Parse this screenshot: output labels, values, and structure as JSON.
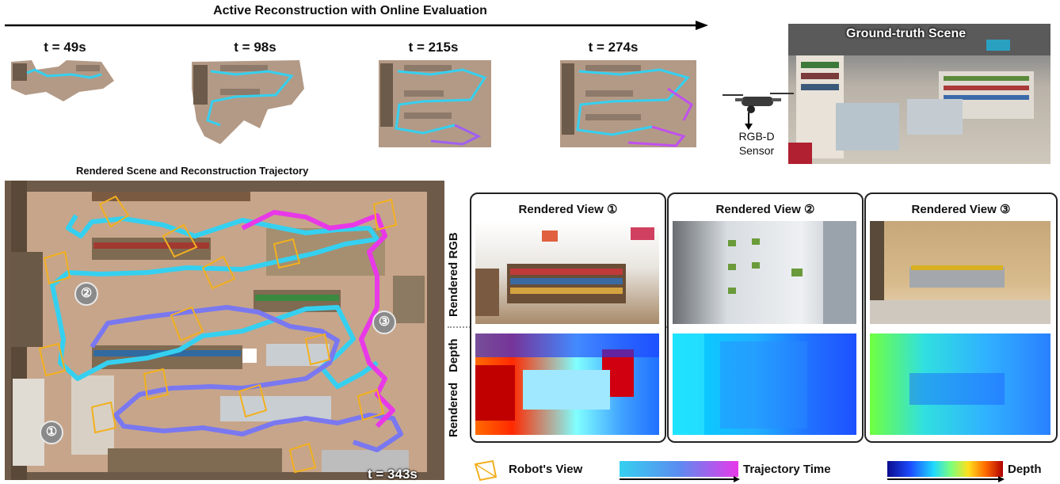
{
  "header": {
    "title": "Active Reconstruction with Online Evaluation"
  },
  "timesteps": [
    {
      "label": "t = 49s"
    },
    {
      "label": "t = 98s"
    },
    {
      "label": "t = 215s"
    },
    {
      "label": "t = 274s"
    }
  ],
  "ground_truth": {
    "title": "Ground-truth Scene",
    "sensor_label_line1": "RGB-D",
    "sensor_label_line2": "Sensor"
  },
  "main_scene": {
    "title": "Rendered Scene and Reconstruction Trajectory",
    "final_time": "t = 343s",
    "markers": [
      "①",
      "②",
      "③"
    ]
  },
  "views": {
    "row_label_rgb": "Rendered RGB",
    "row_label_depth_1": "Rendered",
    "row_label_depth_2": "Depth",
    "panels": [
      {
        "title": "Rendered View ①"
      },
      {
        "title": "Rendered View ②"
      },
      {
        "title": "Rendered View ③"
      }
    ]
  },
  "legend": {
    "robot_view": "Robot's View",
    "trajectory_time": "Trajectory Time",
    "depth": "Depth"
  },
  "colors": {
    "traj_start": "#35d0f0",
    "traj_mid": "#5b8cf0",
    "traj_end": "#e838e8",
    "robot_view": "#f2b01e"
  }
}
